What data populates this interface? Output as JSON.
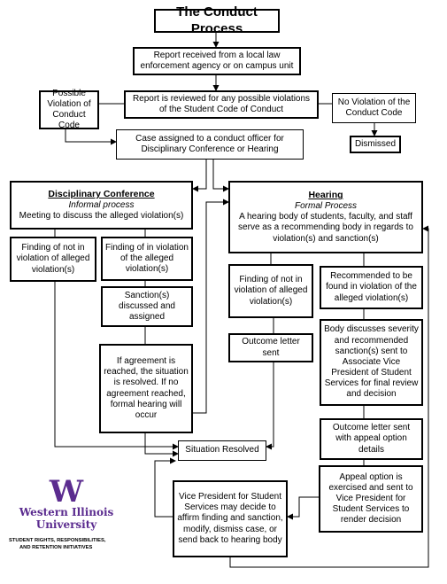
{
  "title": "The Conduct Process",
  "report_received": "Report received from a local law enforcement agency or on campus unit",
  "report_reviewed": "Report is reviewed for any possible violations of the Student Code of Conduct",
  "possible_violation": "Possible Violation of Conduct Code",
  "no_violation": "No Violation of the Conduct Code",
  "dismissed": "Dismissed",
  "case_assigned": "Case assigned to a conduct officer for Disciplinary Conference or Hearing",
  "disciplinary": {
    "title": "Disciplinary Conference",
    "subtitle": "Informal process",
    "desc": "Meeting to discuss the alleged violation(s)"
  },
  "hearing": {
    "title": "Hearing",
    "subtitle": "Formal Process",
    "desc": "A hearing body of students, faculty, and staff serve as a recommending body in regards to violation(s) and sanction(s)"
  },
  "dc_not_violation": "Finding of not in violation of alleged violation(s)",
  "dc_in_violation": "Finding of in violation of the alleged violation(s)",
  "sanctions": "Sanction(s) discussed and assigned",
  "agreement": "If agreement is reached, the situation is resolved. If no agreement reached, formal hearing will occur",
  "h_not_violation": "Finding of not in violation of alleged violation(s)",
  "h_recommended": "Recommended to be found in violation of the alleged violation(s)",
  "outcome_letter": "Outcome letter sent",
  "body_discusses": "Body discusses severity and recommended sanction(s) sent to Associate Vice President of Student Services for final review and decision",
  "outcome_appeal": "Outcome letter sent with appeal option details",
  "situation_resolved": "Situation Resolved",
  "appeal": "Appeal option is exercised and sent to Vice President for Student Services to render decision",
  "vp_decision": "Vice President for Student Services may decide to affirm finding and sanction, modify, dismiss case, or send back to hearing body",
  "logo": {
    "mark": "W",
    "name_line1": "Western Illinois",
    "name_line2": "University",
    "subtitle_line1": "STUDENT RIGHTS, RESPONSIBILITIES,",
    "subtitle_line2": "AND RETENTION INITIATIVES",
    "color": "#5b2c8f"
  }
}
